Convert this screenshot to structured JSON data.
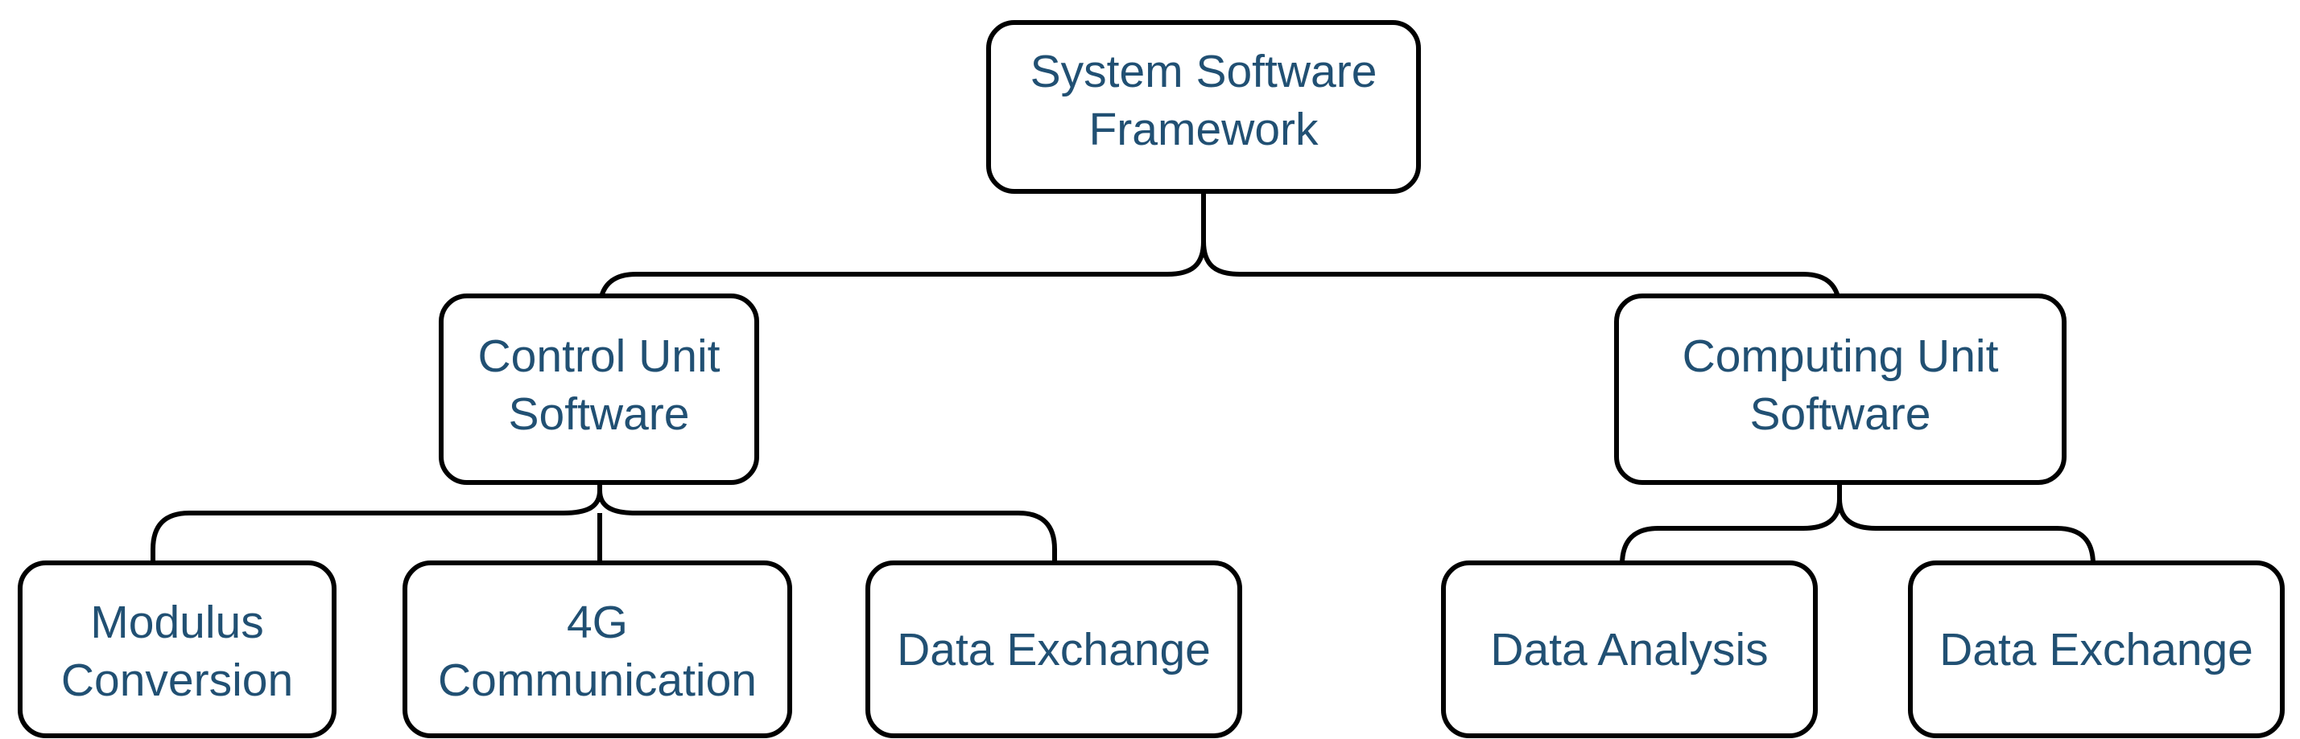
{
  "diagram": {
    "title": "System Software Framework",
    "type": "hierarchy-tree",
    "colors": {
      "background": "#ffffff",
      "node_fill": "#ffffff",
      "node_border": "#000000",
      "connector": "#000000",
      "label_text": "#215073"
    },
    "levels": [
      {
        "level": 0,
        "nodes": [
          {
            "id": "root",
            "label_lines": [
              "System Software",
              "Framework"
            ],
            "label": "System Software Framework"
          }
        ]
      },
      {
        "level": 1,
        "nodes": [
          {
            "id": "control-unit-software",
            "label_lines": [
              "Control Unit",
              "Software"
            ],
            "label": "Control Unit Software"
          },
          {
            "id": "computing-unit-software",
            "label_lines": [
              "Computing Unit",
              "Software"
            ],
            "label": "Computing Unit Software"
          }
        ]
      },
      {
        "level": 2,
        "nodes": [
          {
            "id": "modulus-conversion",
            "label_lines": [
              "Modulus",
              "Conversion"
            ],
            "label": "Modulus Conversion",
            "parent": "control-unit-software"
          },
          {
            "id": "4g-communication",
            "label_lines": [
              "4G",
              "Communication"
            ],
            "label": "4G Communication",
            "parent": "control-unit-software"
          },
          {
            "id": "data-exchange-control",
            "label_lines": [
              "Data Exchange"
            ],
            "label": "Data Exchange",
            "parent": "control-unit-software"
          },
          {
            "id": "data-analysis",
            "label_lines": [
              "Data Analysis"
            ],
            "label": "Data Analysis",
            "parent": "computing-unit-software"
          },
          {
            "id": "data-exchange-computing",
            "label_lines": [
              "Data Exchange"
            ],
            "label": "Data Exchange",
            "parent": "computing-unit-software"
          }
        ]
      }
    ],
    "edges": [
      {
        "from": "root",
        "to": "control-unit-software"
      },
      {
        "from": "root",
        "to": "computing-unit-software"
      },
      {
        "from": "control-unit-software",
        "to": "modulus-conversion"
      },
      {
        "from": "control-unit-software",
        "to": "4g-communication"
      },
      {
        "from": "control-unit-software",
        "to": "data-exchange-control"
      },
      {
        "from": "computing-unit-software",
        "to": "data-analysis"
      },
      {
        "from": "computing-unit-software",
        "to": "data-exchange-computing"
      }
    ]
  },
  "nodes": {
    "root": {
      "line1": "System Software",
      "line2": "Framework"
    },
    "control_unit": {
      "line1": "Control Unit",
      "line2": "Software"
    },
    "computing_unit": {
      "line1": "Computing Unit",
      "line2": "Software"
    },
    "modulus_conversion": {
      "line1": "Modulus",
      "line2": "Conversion"
    },
    "fourg_communication": {
      "line1": "4G",
      "line2": "Communication"
    },
    "data_exchange_left": {
      "line1": "Data Exchange"
    },
    "data_analysis": {
      "line1": "Data Analysis"
    },
    "data_exchange_right": {
      "line1": "Data Exchange"
    }
  }
}
